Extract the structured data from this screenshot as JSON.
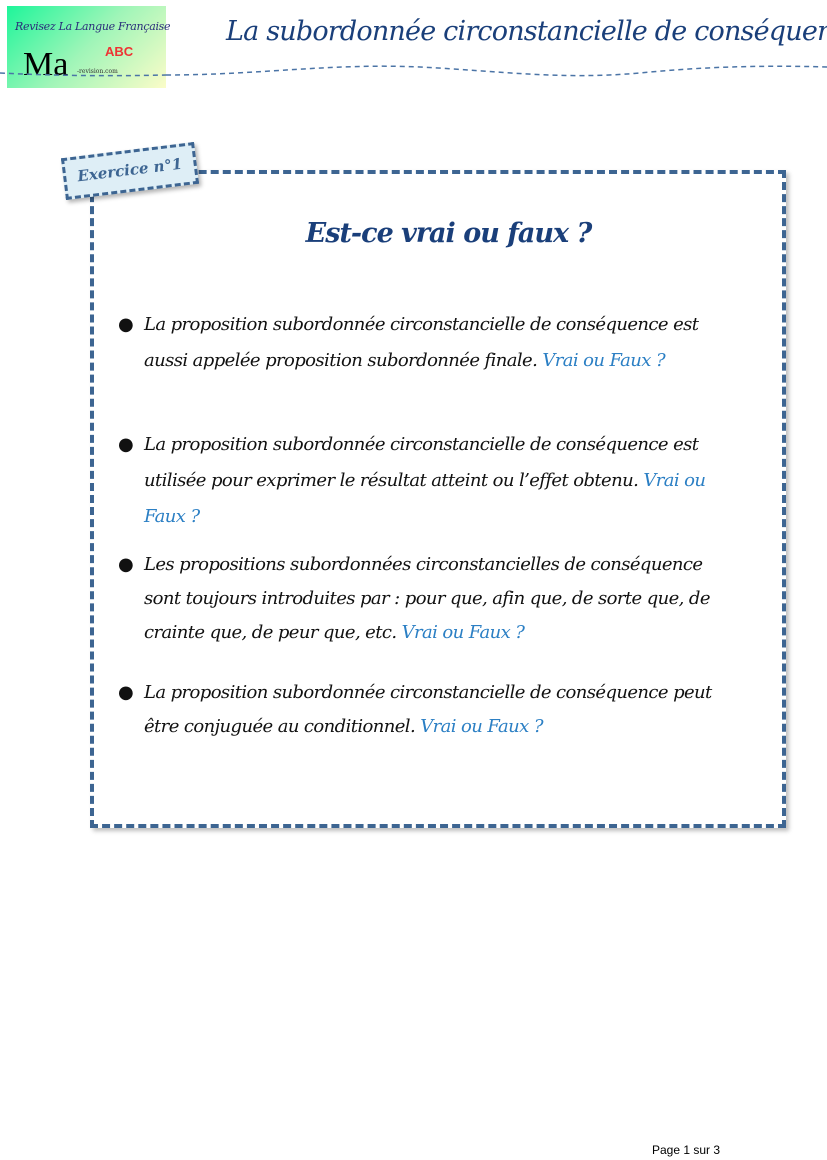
{
  "header": {
    "logo": {
      "tagline": "Revisez La Langue Française",
      "main": "Ma",
      "abc": "ABC",
      "site": "-revision.com"
    },
    "title": "La subordonnée circonstancielle de conséquence"
  },
  "exercise": {
    "label": "Exercice n°1",
    "question_title": "Est-ce vrai ou faux ?",
    "items": [
      {
        "text": "La proposition subordonnée circonstancielle de conséquence est aussi appelée proposition subordonnée finale.",
        "prompt": "Vrai ou Faux ?"
      },
      {
        "text": "La proposition subordonnée circonstancielle de conséquence est utilisée pour exprimer le résultat atteint ou l’effet obtenu.",
        "prompt": "Vrai ou Faux ?"
      },
      {
        "text": "Les propositions subordonnées circonstancielles de conséquence sont toujours introduites par : pour que, afin que, de sorte que, de crainte que, de peur que, etc.",
        "prompt": "Vrai ou Faux ?"
      },
      {
        "text": "La proposition subordonnée circonstancielle de conséquence peut être conjuguée au conditionnel.",
        "prompt": "Vrai ou Faux ?"
      }
    ]
  },
  "footer": {
    "page": "Page 1 sur 3"
  },
  "colors": {
    "accent": "#3d6592",
    "title": "#1a3f7a",
    "prompt": "#2b7fc4"
  }
}
